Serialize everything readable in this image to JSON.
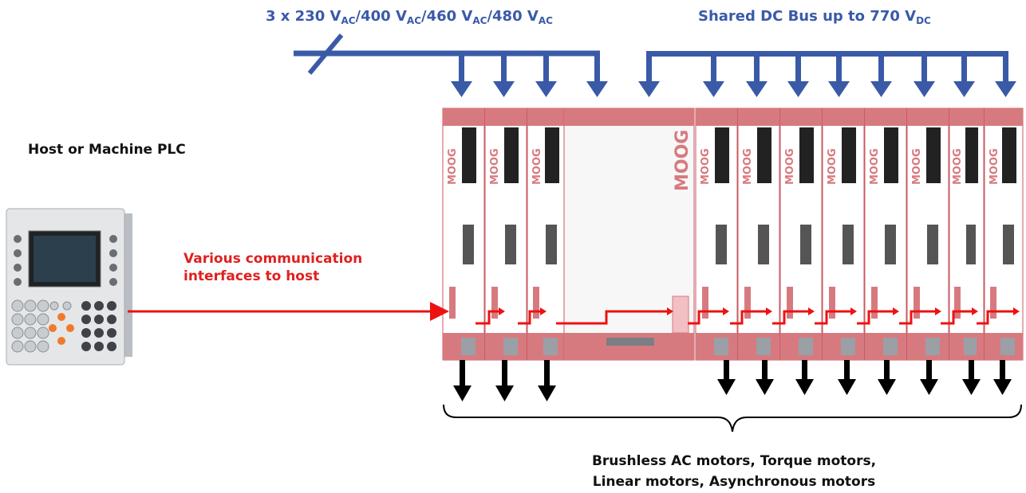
{
  "supply_label": {
    "main": "3 x 230 V",
    "s1": "AC",
    "p2": "/400 V",
    "s2": "AC",
    "p3": "/460 V",
    "s3": "AC",
    "p4": "/480 V",
    "s4": "AC"
  },
  "dc_bus_label": {
    "main": "Shared DC Bus up to 770 V",
    "sub": "DC"
  },
  "host_label": "Host or Machine PLC",
  "comm_label": {
    "line1": "Various communication",
    "line2": "interfaces to host"
  },
  "motors_label": {
    "line1": "Brushless AC motors, Torque motors,",
    "line2": "Linear motors, Asynchronous motors"
  },
  "module_brand": "MOOG",
  "colors": {
    "bus": "#3a5aa8",
    "signal": "#ee1111",
    "module": "#d77a80",
    "arrow": "#000000"
  }
}
